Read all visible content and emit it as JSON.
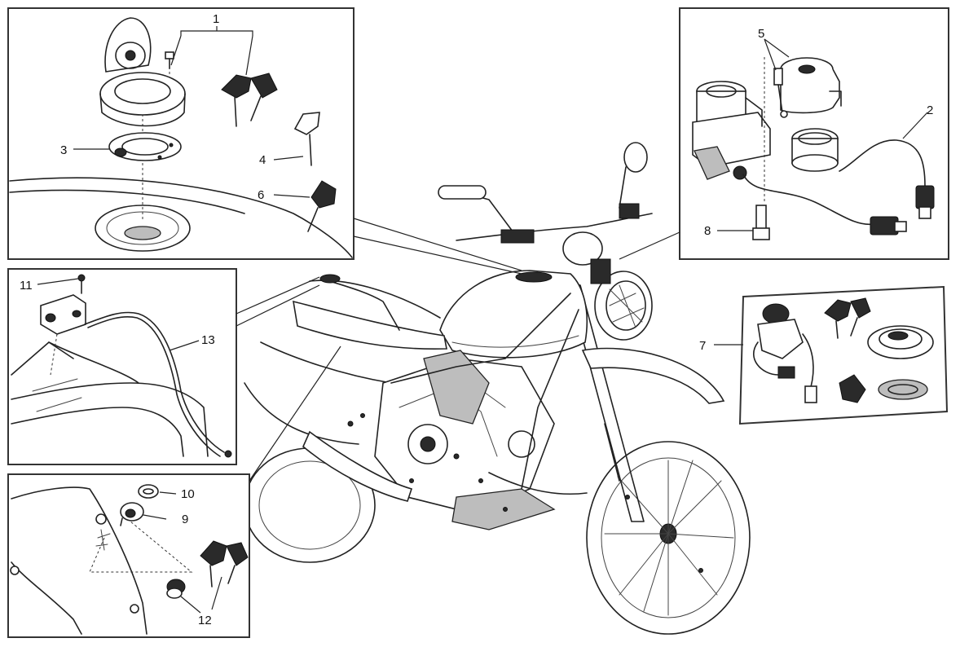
{
  "diagram": {
    "title": "",
    "callouts": [
      {
        "id": "c1",
        "text": "1"
      },
      {
        "id": "c2",
        "text": "2"
      },
      {
        "id": "c3",
        "text": "3"
      },
      {
        "id": "c4",
        "text": "4"
      },
      {
        "id": "c5",
        "text": "5"
      },
      {
        "id": "c6",
        "text": "6"
      },
      {
        "id": "c7",
        "text": "7"
      },
      {
        "id": "c8",
        "text": "8"
      },
      {
        "id": "c9",
        "text": "9"
      },
      {
        "id": "c10",
        "text": "10"
      },
      {
        "id": "c11",
        "text": "11"
      },
      {
        "id": "c12",
        "text": "12"
      },
      {
        "id": "c13",
        "text": "13"
      }
    ],
    "colors": {
      "line": "#222222",
      "panel_border": "#333333",
      "background": "#ffffff",
      "dark_part": "#2a2a2a"
    },
    "icons": [
      "motorcycle-illustration",
      "fuel-cap-assembly",
      "ignition-switch",
      "key",
      "seat-lock",
      "lock-kit"
    ]
  }
}
